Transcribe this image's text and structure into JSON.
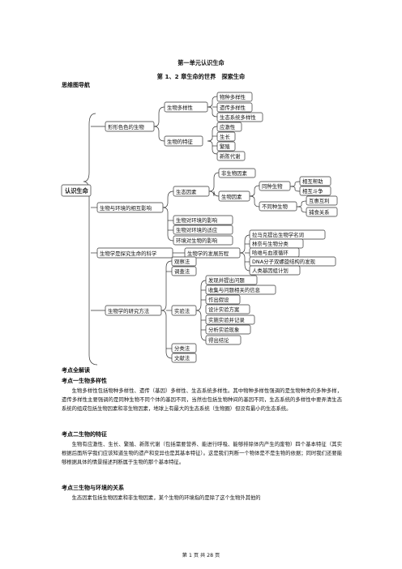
{
  "header": {
    "title_unit": "第一单元认识生命",
    "title_chapter": "第 1、2 章生命的世界　探索生命",
    "mindmap_heading": "思维图导航"
  },
  "mindmap": {
    "root": "认识生命",
    "b1": "形形色色的生物",
    "b1_1": "生物多样性",
    "b1_1_items": [
      "物种多样性",
      "遗传多样性",
      "生态系统多样性"
    ],
    "b1_2": "生物的特征",
    "b1_2_items": [
      "应激性",
      "生长",
      "繁殖",
      "新陈代谢"
    ],
    "b2": "生物与环境的相互影响",
    "b2_1": "生态因素",
    "b2_1_a": "非生物因素",
    "b2_1_b": "生物因素",
    "b2_1_b_1": "同种生物",
    "b2_1_b_1_items": [
      "相互帮助",
      "相互斗争"
    ],
    "b2_1_b_2": "不同种生物",
    "b2_1_b_2_items": [
      "互惠互利",
      "捕食关系"
    ],
    "b2_2": "生物对环境的影响",
    "b2_3": "生物对环境的适应",
    "b2_4": "环境对生物的影响",
    "b3": "生物学是探究生命的科学",
    "b3_1": "生物学的发展历程",
    "b3_1_items": [
      "拉马克提出生物学名词",
      "林奈与生物分类",
      "哈维与血液循环",
      "DNA分子双螺旋结构的发现",
      "人类基因组计划"
    ],
    "b4": "生物学的研究方法",
    "b4_1": "观察法",
    "b4_2": "调查法",
    "b4_3": "实验法",
    "b4_3_items": [
      "发现并提出问题",
      "收集与问题相关的信息",
      "作出假设",
      "设计实验方案",
      "实施实验并记录",
      "分析实验现象",
      "得出结论"
    ],
    "b4_4": "分类法",
    "b4_5": "文献法"
  },
  "content": {
    "section_title": "考点全解读",
    "p1_title": "考点一生物多样性",
    "p1_text": "生物多样性包括物种多样性、遗传（基因）多样性、生态系统多样性。其中物种多样性强调的是生物种类的多种多样，遗传多样性主要强调的是同种生物不同个体的基因不同，当然也包括生物种间的基因不同，生态系统的多样性中要弄清生态系统的组成包括生物因素和非生物因素，地球上有最大的生态系统（生物圈）但没有最小的生态系统。",
    "p2_title": "考点二生物的特征",
    "p2_text": "生物有应激性、生长、繁殖、新陈代谢（包括需要营养、能进行呼吸、能够排除体内产生的废物）四个基本特征（其实根据后面所学我们应该知道生物的遗产和变异也是其基本特征）。这是我们判断一个物体是不是生物的依据；同时我们还要能够根据具体的情景描述判断属于生物的那个基本特征。",
    "p3_title": "考点三生物与环境的关系",
    "p3_text": "生态因素包括生物因素和非生物因素，某个生物的环境指的是除了这个生物外其他的"
  },
  "footer": {
    "page_text": "第 1 页 共 28 页"
  },
  "colors": {
    "line": "#333333",
    "text": "#111111"
  }
}
